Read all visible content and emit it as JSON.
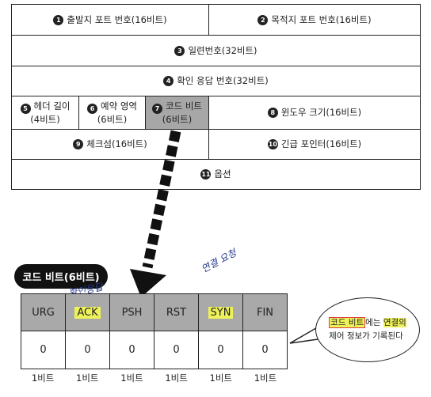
{
  "tcp_header": {
    "rows": [
      [
        {
          "num": "1",
          "label": "출발지 포트 번호(16비트)"
        },
        {
          "num": "2",
          "label": "목적지 포트 번호(16비트)"
        }
      ],
      [
        {
          "num": "3",
          "label": "일련번호(32비트)"
        }
      ],
      [
        {
          "num": "4",
          "label": "확인 응답 번호(32비트)"
        }
      ],
      [
        {
          "num": "5",
          "label": "헤더 길이",
          "sub": "(4비트)"
        },
        {
          "num": "6",
          "label": "예약 영역",
          "sub": "(6비트)"
        },
        {
          "num": "7",
          "label": "코드 비트",
          "sub": "(6비트)"
        },
        {
          "num": "8",
          "label": "윈도우 크기(16비트)"
        }
      ],
      [
        {
          "num": "9",
          "label": "체크섬(16비트)"
        },
        {
          "num": "10",
          "label": "긴급 포인터(16비트)"
        }
      ],
      [
        {
          "num": "11",
          "label": "옵션"
        }
      ]
    ]
  },
  "code_bits_pill": "코드 비트(6비트)",
  "flags": [
    "URG",
    "ACK",
    "PSH",
    "RST",
    "SYN",
    "FIN"
  ],
  "highlighted_flags": [
    "ACK",
    "SYN"
  ],
  "flag_values": [
    "0",
    "0",
    "0",
    "0",
    "0",
    "0"
  ],
  "bit_sizes": [
    "1비트",
    "1비트",
    "1비트",
    "1비트",
    "1비트",
    "1비트"
  ],
  "handwritten": {
    "ack_note": "확인응답",
    "syn_note": "연결 요청"
  },
  "bubble": {
    "p1": "코드 비트",
    "p2": "에는 ",
    "p3": "연결의",
    "p4": "제어 정보가 기록",
    "p5": "된다"
  },
  "colors": {
    "shade": "#a9a9a9",
    "highlight": "#eef25a",
    "ink": "#263a8f",
    "mark": "#e03b3b"
  }
}
